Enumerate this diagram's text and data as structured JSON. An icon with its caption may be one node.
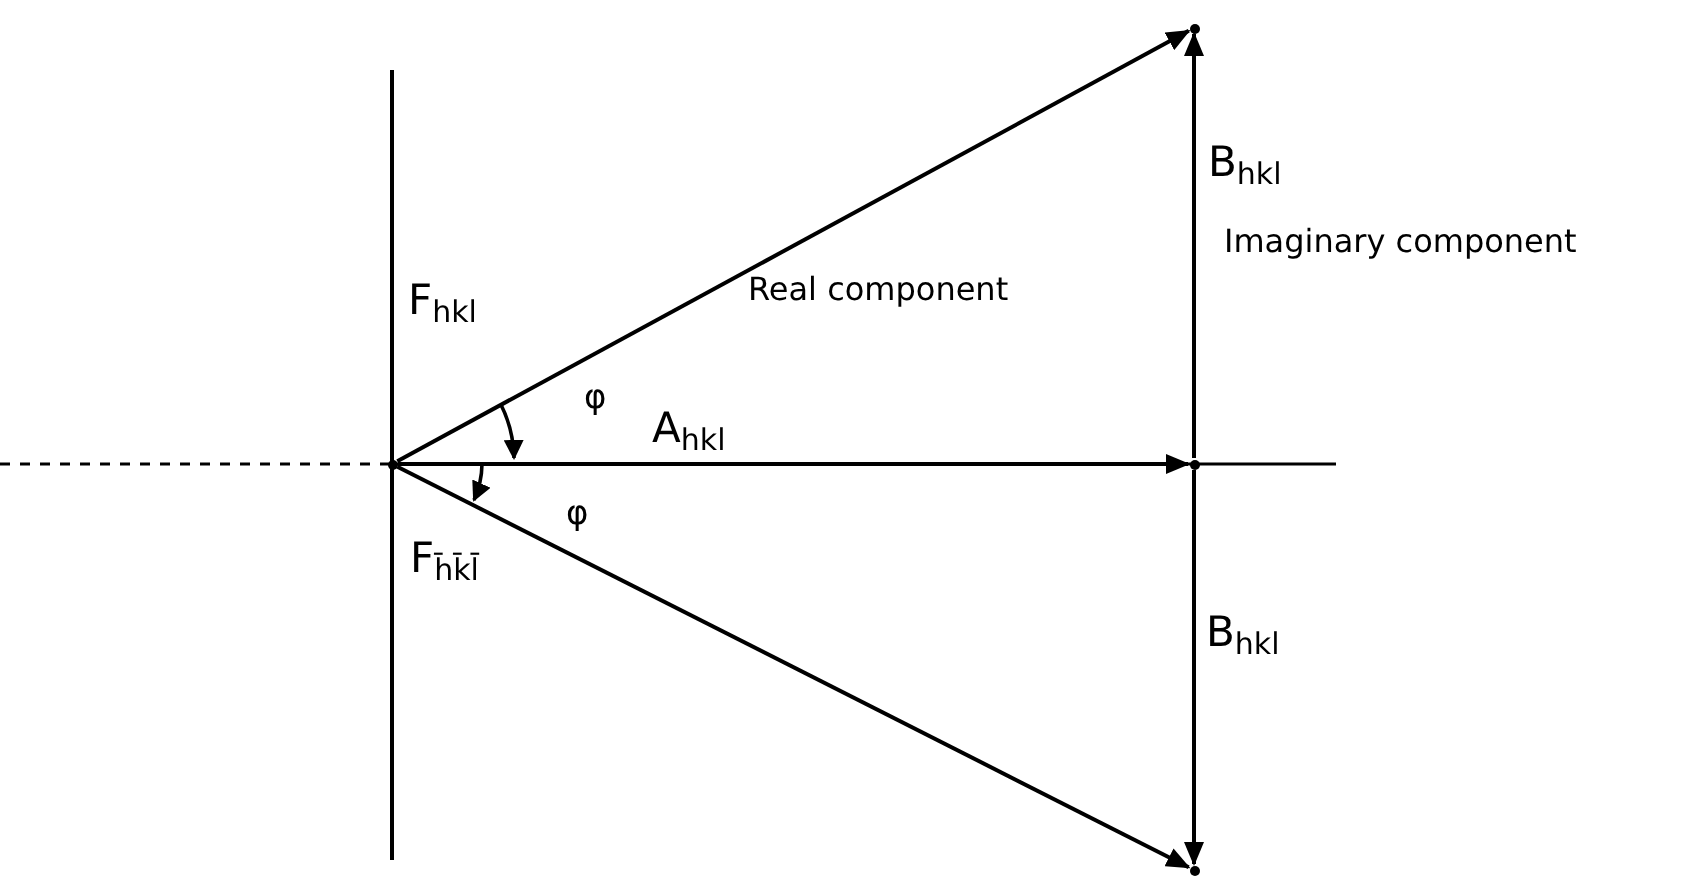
{
  "diagram": {
    "nodes": [
      {
        "text": [],
        "shape": "point"
      },
      {
        "text": [],
        "shape": "point"
      },
      {
        "text": [],
        "shape": "point"
      },
      {
        "text": [],
        "shape": "point"
      }
    ],
    "edges": [
      {
        "from": 0,
        "to": 1,
        "arrow": "to",
        "label": "F$_{hkl}$"
      },
      {
        "from": 0,
        "to": 2,
        "arrow": "to",
        "label": "A$_{hkl}$"
      },
      {
        "from": 2,
        "to": 1,
        "arrow": "to",
        "label": "B$_{hkl}$"
      },
      {
        "from": 0,
        "to": 3,
        "arrow": "to",
        "label": "F$_{h̄k̄l̄}$"
      },
      {
        "from": 2,
        "to": 3,
        "arrow": "to",
        "label": "B$_{hkl}$"
      }
    ],
    "labels": [
      "Real component",
      "Imaginary component",
      "φ",
      "φ"
    ]
  }
}
